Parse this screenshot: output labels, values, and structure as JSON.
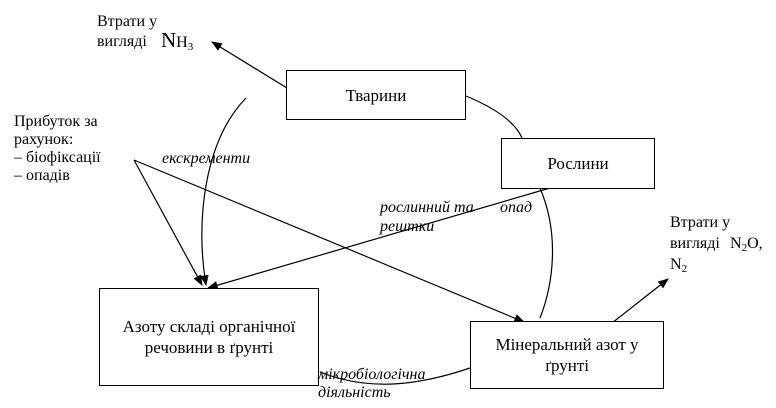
{
  "nodes": {
    "animals": "Тварини",
    "plants": "Рослини",
    "organic": "Азоту складі органічної речовини в ґрунті",
    "mineral": "Мінеральний азот у ґрунті"
  },
  "inputs": {
    "heading": "Прибуток за рахунок:",
    "items": [
      "– біофіксації",
      "– опадів"
    ]
  },
  "losses": {
    "nh3_prefix": "Втрати у вигляді",
    "nh3_formula_main": "N",
    "nh3_formula_h": "H",
    "nh3_formula_sub": "3",
    "n2o_prefix": "Втрати у вигляді",
    "n2o_n": "N",
    "n2o_sub": "2",
    "n2o_o": "O,",
    "n2_n": "N",
    "n2_sub": "2"
  },
  "edge_labels": {
    "excrements": "екскременти",
    "plant_residues": "рослинний та рештки",
    "litter": "опад",
    "microbial": "мікробіологічна діяльність"
  }
}
